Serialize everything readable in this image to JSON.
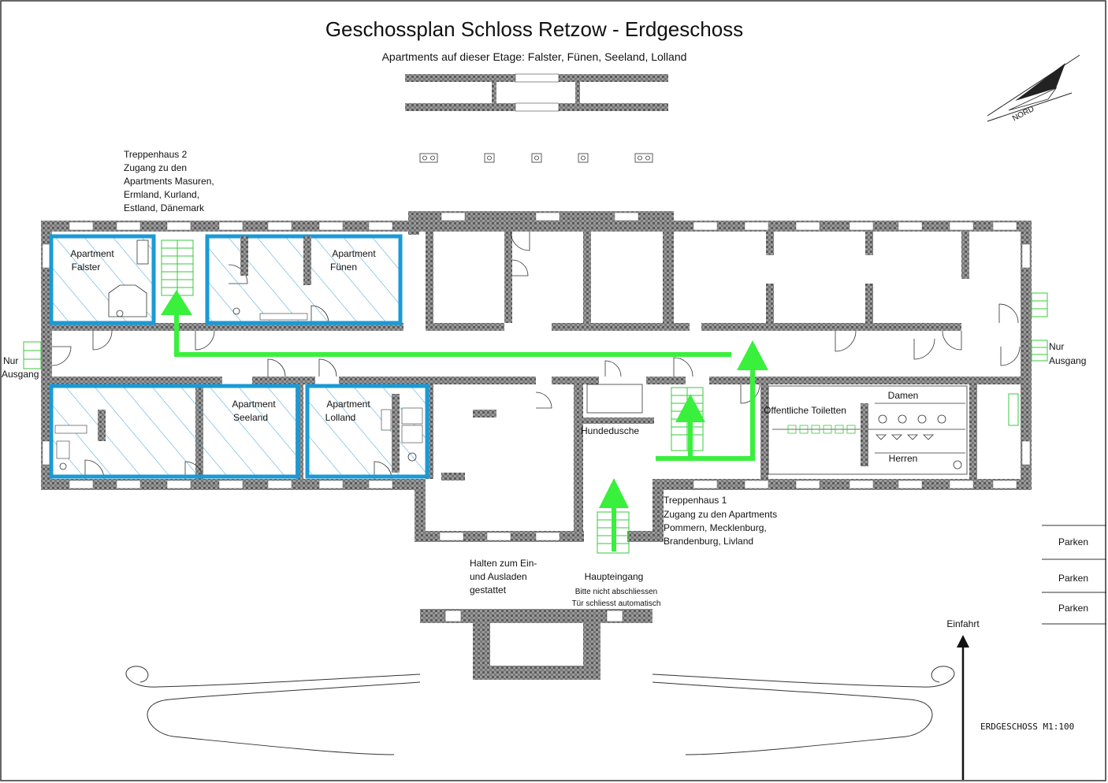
{
  "title": "Geschossplan Schloss Retzow - Erdgeschoss",
  "subtitle": "Apartments auf dieser Etage: Falster, Fünen, Seeland, Lolland",
  "north_label": "NORD",
  "stair2": {
    "lines": [
      "Treppenhaus 2",
      "Zugang zu den",
      "Apartments Masuren,",
      "Ermland, Kurland,",
      "Estland, Dänemark"
    ]
  },
  "stair1": {
    "lines": [
      "Treppenhaus 1",
      "Zugang zu den Apartments",
      "Pommern, Mecklenburg,",
      "Brandenburg, Livland"
    ]
  },
  "apartments": {
    "falster": [
      "Apartment",
      "Falster"
    ],
    "fuenen": [
      "Apartment",
      "Fünen"
    ],
    "seeland": [
      "Apartment",
      "Seeland"
    ],
    "lolland": [
      "Apartment",
      "Lolland"
    ]
  },
  "exits": {
    "left": [
      "Nur",
      "Ausgang"
    ],
    "right": [
      "Nur",
      "Ausgang"
    ]
  },
  "rooms": {
    "hundedusche": "Hundedusche",
    "toiletten": "Öffentliche Toiletten",
    "damen": "Damen",
    "herren": "Herren"
  },
  "entrance": {
    "label": "Haupteingang",
    "note1": "Bitte nicht abschliessen",
    "note2": "Tür schliesst automatisch"
  },
  "halten": [
    "Halten zum Ein-",
    "und Ausladen",
    "gestattet"
  ],
  "parking": [
    "Parken",
    "Parken",
    "Parken"
  ],
  "einfahrt": "Einfahrt",
  "scale_label": "ERDGESCHOSS  M1:100",
  "colors": {
    "apartment_outline": "#1a9ad6",
    "route": "#39f03c",
    "wall": "#8a8a8a",
    "hatch": "#3aa0d8"
  }
}
